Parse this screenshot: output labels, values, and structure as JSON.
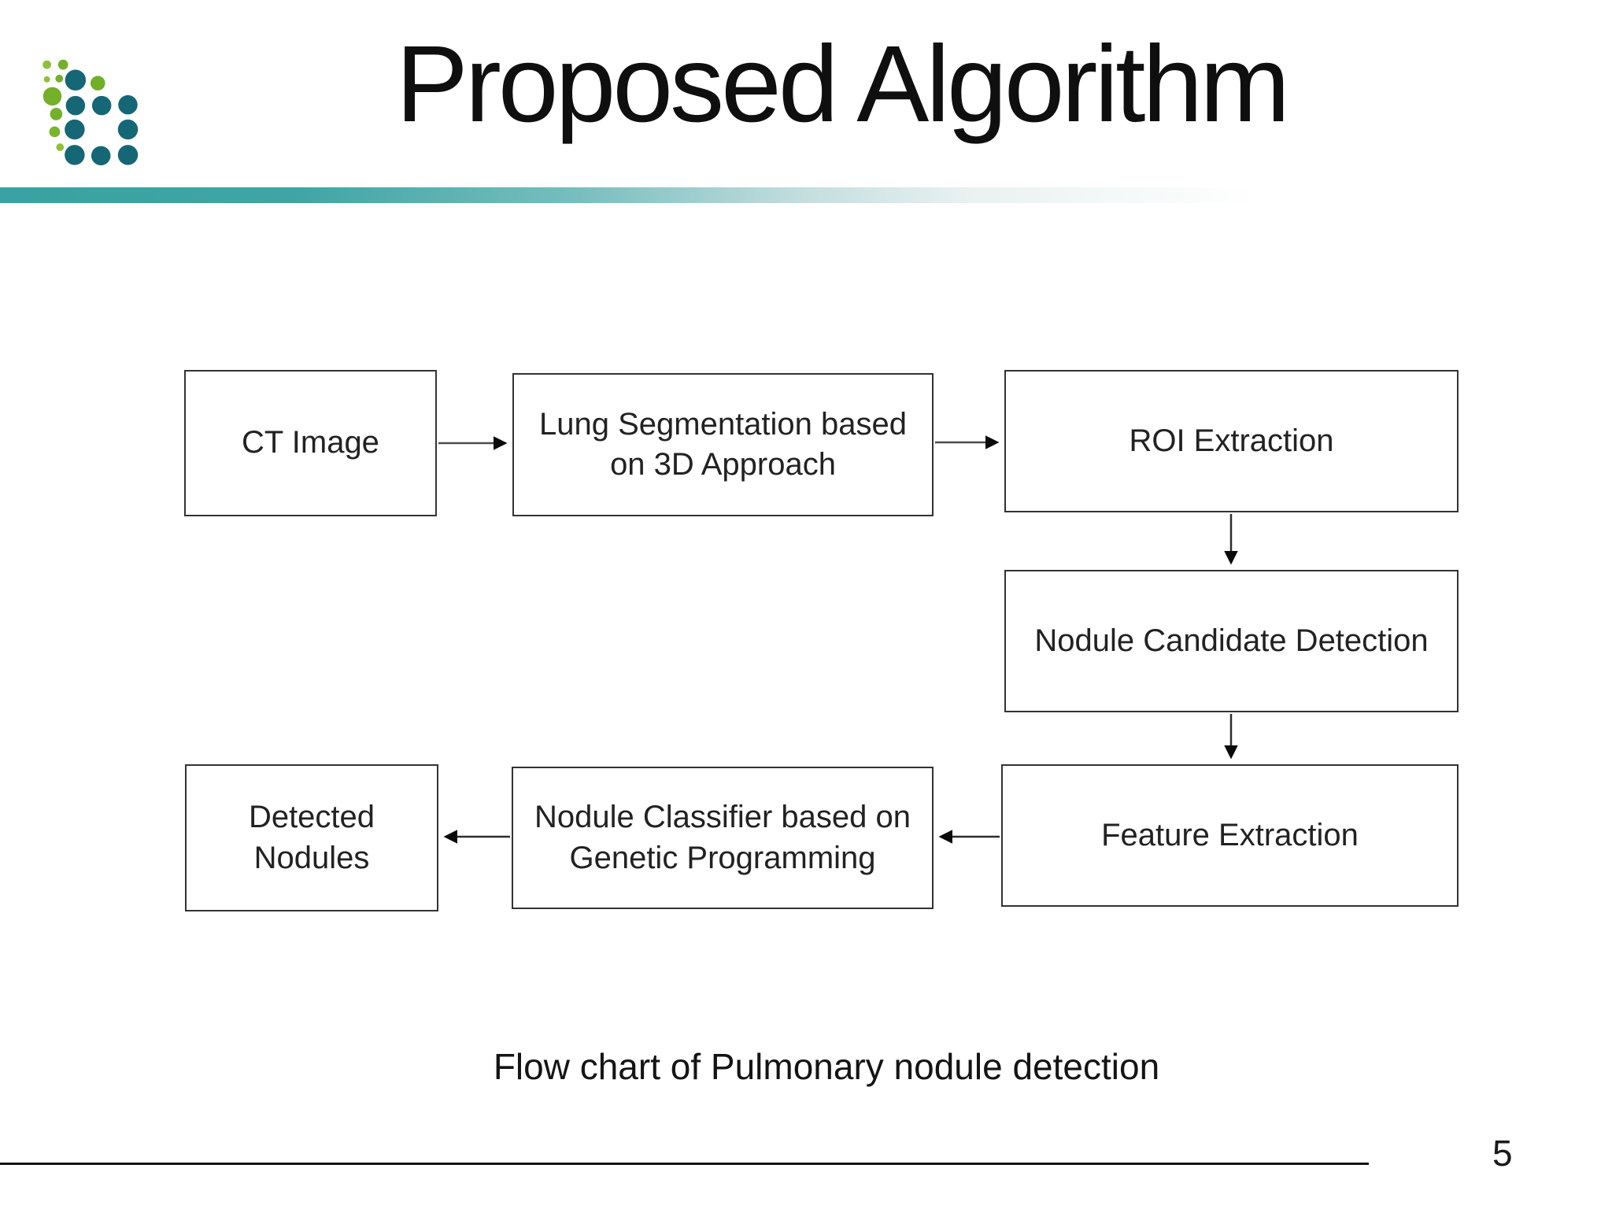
{
  "slide": {
    "title": "Proposed Algorithm",
    "caption": "Flow chart of Pulmonary nodule detection",
    "page_number": "5"
  },
  "flowchart": {
    "nodes": [
      {
        "id": "ct-image",
        "label": "CT Image"
      },
      {
        "id": "lung-segmentation",
        "label": "Lung Segmentation based on 3D Approach"
      },
      {
        "id": "roi-extraction",
        "label": "ROI Extraction"
      },
      {
        "id": "nodule-candidate-detection",
        "label": "Nodule Candidate Detection"
      },
      {
        "id": "feature-extraction",
        "label": "Feature Extraction"
      },
      {
        "id": "nodule-classifier",
        "label": "Nodule Classifier based on Genetic Programming"
      },
      {
        "id": "detected-nodules",
        "label": "Detected Nodules"
      }
    ],
    "edges": [
      {
        "from": "ct-image",
        "to": "lung-segmentation",
        "direction": "right"
      },
      {
        "from": "lung-segmentation",
        "to": "roi-extraction",
        "direction": "right"
      },
      {
        "from": "roi-extraction",
        "to": "nodule-candidate-detection",
        "direction": "down"
      },
      {
        "from": "nodule-candidate-detection",
        "to": "feature-extraction",
        "direction": "down"
      },
      {
        "from": "feature-extraction",
        "to": "nodule-classifier",
        "direction": "left"
      },
      {
        "from": "nodule-classifier",
        "to": "detected-nodules",
        "direction": "left"
      }
    ]
  },
  "logo": {
    "description": "dot-matrix b-shaped logo",
    "teal_color": "#156775",
    "green_color": "#74b02a"
  },
  "colors": {
    "accent_bar_teal": "#3fa4a4",
    "box_border": "#333333",
    "arrow_line": "#4a4a4a",
    "arrow_head": "#0a0a0a",
    "text": "#1c1c1c",
    "background": "#ffffff"
  }
}
